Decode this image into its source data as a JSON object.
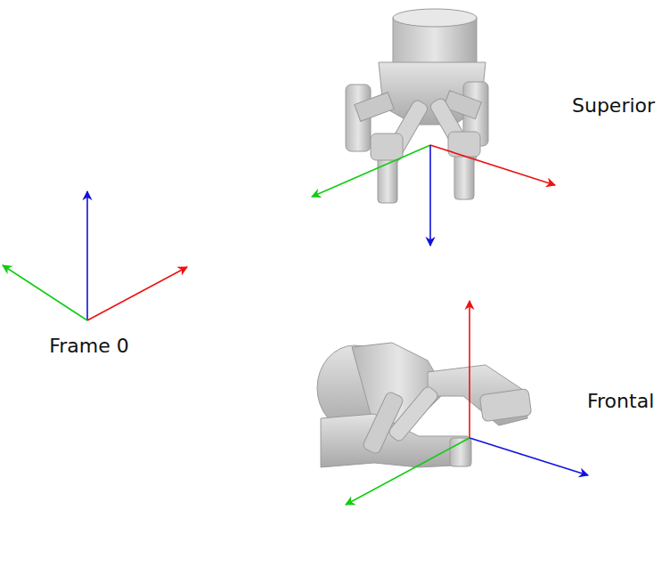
{
  "diagram": {
    "labels": [
      "Frame 0",
      "Superior",
      "Frontal"
    ]
  }
}
